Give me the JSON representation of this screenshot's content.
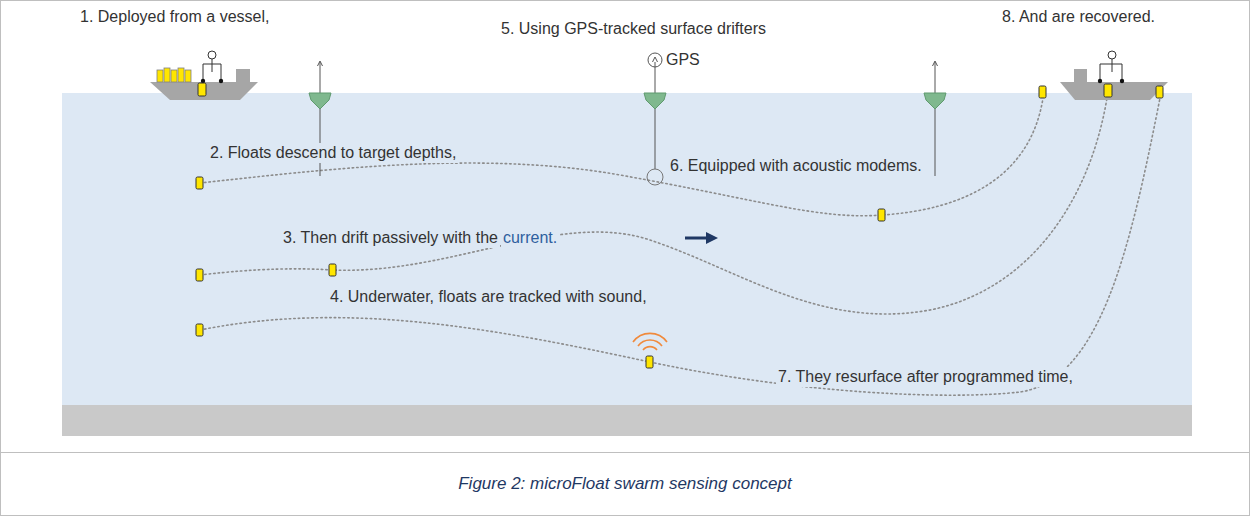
{
  "diagram": {
    "caption": "Figure 2: microFloat swarm sensing concept",
    "labels": [
      "1. Deployed from a vessel,",
      "5. Using GPS-tracked surface drifters",
      "GPS",
      "8. And are recovered.",
      "2. Floats descend to target depths,",
      "6. Equipped with acoustic modems.",
      "3. Then drift passively with the",
      "current.",
      "4. Underwater, floats are tracked with sound,",
      "7. They resurface after programmed time,"
    ]
  }
}
